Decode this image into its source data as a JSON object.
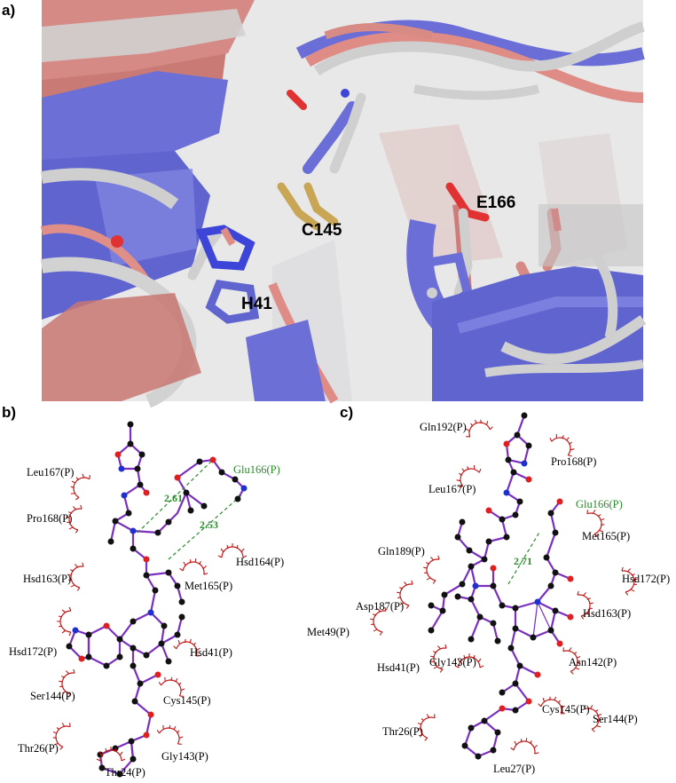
{
  "panel_labels": {
    "a": "a)",
    "b": "b)",
    "c": "c)"
  },
  "panel_a": {
    "residue_labels": [
      "C145",
      "E166",
      "H41"
    ],
    "colors": {
      "background": "#e8e8e8",
      "blue": "#6f73dc",
      "salmon": "#d9807a",
      "white": "#d8d8d8",
      "oxygen": "#e03232",
      "sulfur": "#c9a655",
      "nitrogen": "#3d45d8"
    }
  },
  "panel_b": {
    "ligand_residue": "Glu166(P)",
    "hbond_labels": [
      "2.61",
      "2.53"
    ],
    "residues": [
      "Leu167(P)",
      "Pro168(P)",
      "Hsd164(P)",
      "Met165(P)",
      "Hsd163(P)",
      "Hsd172(P)",
      "Hsd41(P)",
      "Ser144(P)",
      "Cys145(P)",
      "Thr26(P)",
      "Gly143(P)",
      "Thr24(P)"
    ]
  },
  "panel_c": {
    "ligand_residue": "Glu166(P)",
    "hbond_labels": [
      "2.71"
    ],
    "residues": [
      "Gln192(P)",
      "Pro168(P)",
      "Leu167(P)",
      "Met165(P)",
      "Gln189(P)",
      "Hsd172(P)",
      "Asp187(P)",
      "Hsd163(P)",
      "Met49(P)",
      "Hsd41(P)",
      "Gly143(P)",
      "Asn142(P)",
      "Cys145(P)",
      "Ser144(P)",
      "Thr26(P)",
      "Leu27(P)"
    ]
  },
  "colors": {
    "bond": "#7a2fbf",
    "atom": "#111111",
    "oxygen": "#e02020",
    "nitrogen": "#2030d0",
    "hbond": "#2b8a2b",
    "hydrophobic": "#c01818"
  }
}
